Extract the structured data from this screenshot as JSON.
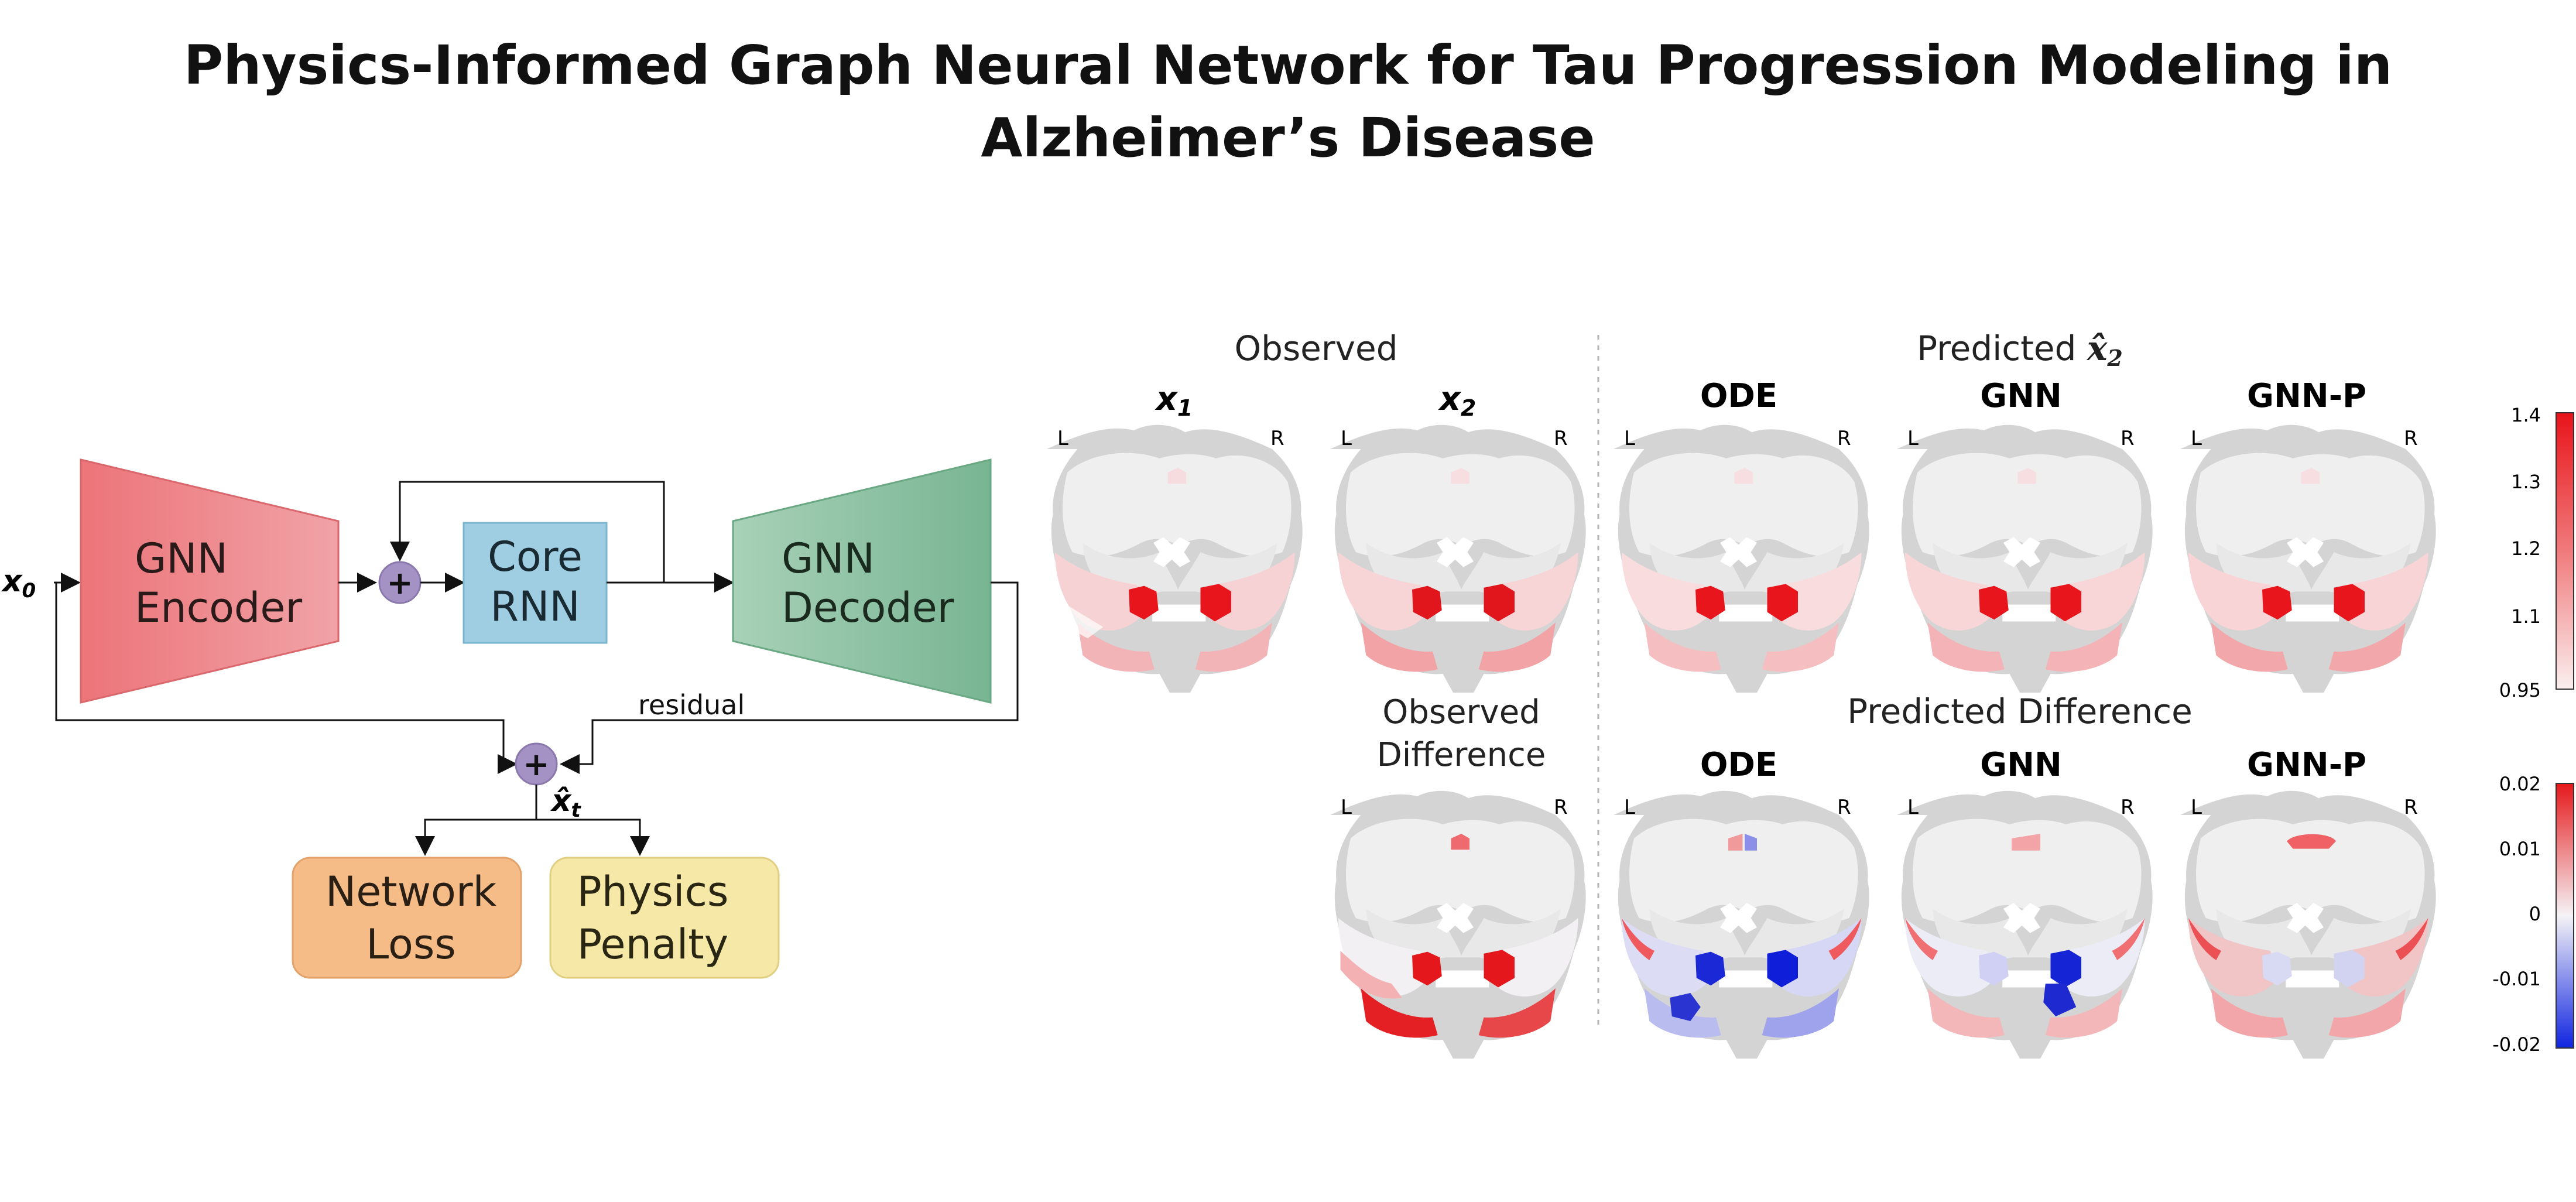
{
  "title": "Physics-Informed Graph Neural Network for Tau Progression Modeling in\nAlzheimer’s Disease",
  "architecture": {
    "input": "x",
    "input_sub": "0",
    "encoder": [
      "GNN",
      "Encoder"
    ],
    "core": [
      "Core",
      "RNN"
    ],
    "decoder": [
      "GNN",
      "Decoder"
    ],
    "residual_label": "residual",
    "output_hat": "x̂",
    "output_sub": "t",
    "network_loss": [
      "Network",
      "Loss"
    ],
    "physics_penalty": [
      "Physics",
      "Penalty"
    ],
    "plus_symbol": "+",
    "colors": {
      "encoder": "#ec7b80",
      "core": "#9fcde1",
      "decoder": "#8bbf9f",
      "loss": "#f5bc88",
      "penalty": "#f6e8a6",
      "sum_node": "#a592c5"
    }
  },
  "brain_panel": {
    "observed_header": "Observed",
    "predicted_header_text": "Predicted ",
    "predicted_header_var": "x̂",
    "predicted_header_sub": "2",
    "observed_diff_header": [
      "Observed",
      "Difference"
    ],
    "predicted_diff_header": "Predicted Difference",
    "col_x1": "x",
    "col_x1_sub": "1",
    "col_x2": "x",
    "col_x2_sub": "2",
    "methods": [
      "ODE",
      "GNN",
      "GNN-P"
    ],
    "left_marker": "L",
    "right_marker": "R",
    "colorbar_top": {
      "ticks": [
        "1.4",
        "1.3",
        "1.2",
        "1.1",
        "0.95"
      ]
    },
    "colorbar_bottom": {
      "ticks": [
        "0.02",
        "0.01",
        "0",
        "-0.01",
        "-0.02"
      ]
    }
  }
}
